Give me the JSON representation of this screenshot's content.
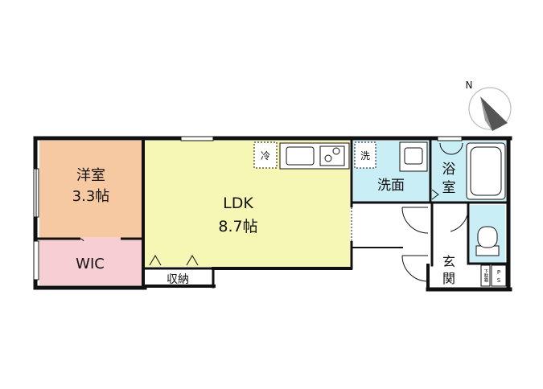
{
  "colors": {
    "western_room": "#f7c9a3",
    "wic": "#f7cfd2",
    "ldk": "#f6f7b4",
    "water": "#c9eef5",
    "wall": "#111111",
    "white": "#ffffff"
  },
  "compass": {
    "label": "N"
  },
  "rooms": {
    "western_room": {
      "name": "洋室",
      "size": "3.3帖"
    },
    "wic": {
      "name": "WIC"
    },
    "ldk": {
      "name": "LDK",
      "size": "8.7帖"
    },
    "storage": {
      "name": "収納"
    },
    "washroom": {
      "name": "洗面"
    },
    "bathroom": {
      "name_line1": "浴",
      "name_line2": "室"
    },
    "entrance": {
      "name_line1": "玄",
      "name_line2": "関"
    }
  },
  "fixtures": {
    "fridge": "冷",
    "washer": "洗",
    "shoe_box": "下駄箱",
    "ps": "PS"
  }
}
